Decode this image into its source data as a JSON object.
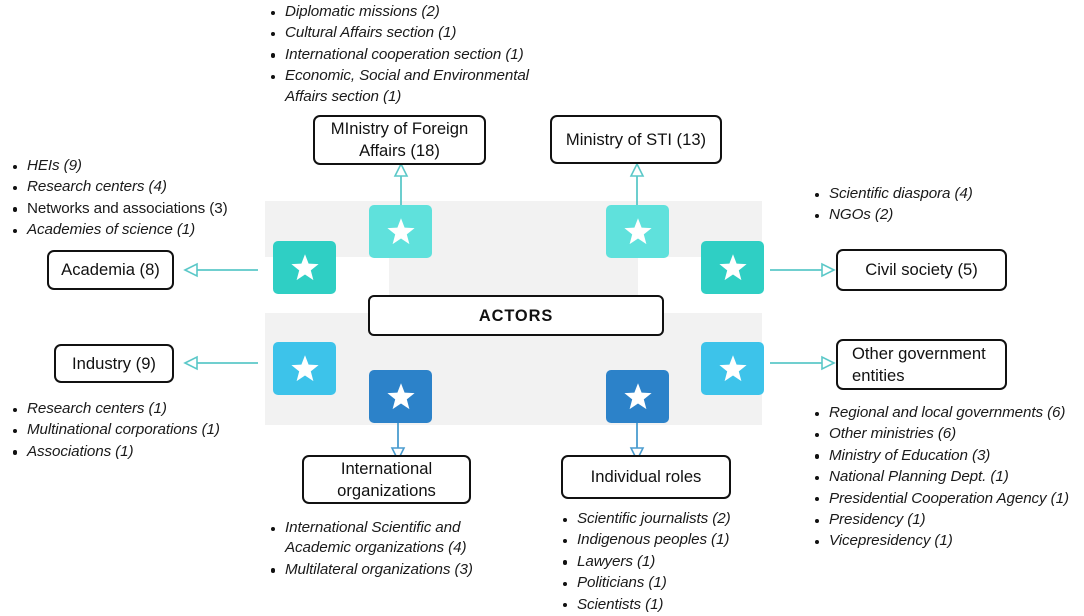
{
  "diagram": {
    "center": {
      "label": "ACTORS"
    },
    "colors": {
      "teal_dark": "#2fcfc4",
      "teal_light": "#5fe1dc",
      "blue_light": "#3dc3ea",
      "blue_dark": "#2c82c9",
      "arrow_teal": "#5bc8c8",
      "arrow_blue": "#4a9ccf",
      "grid_cell": "#f2f2f2",
      "box_border": "#111111",
      "star_fill": "#ffffff"
    },
    "nodes": [
      {
        "id": "ministry-foreign-affairs",
        "label": "MInistry of Foreign\nAffairs (18)",
        "position": "top-left",
        "arrow": "up",
        "arrow_color": "#5bc8c8",
        "tile_color": "#5fe1dc",
        "items": [
          "Diplomatic missions (2)",
          "Cultural Affairs section (1)",
          "International cooperation section (1)",
          "Economic, Social and Environmental\nAffairs section (1)"
        ]
      },
      {
        "id": "ministry-sti",
        "label": "Ministry of STI (13)",
        "position": "top-right",
        "arrow": "up",
        "arrow_color": "#5bc8c8",
        "tile_color": "#5fe1dc",
        "items": []
      },
      {
        "id": "academia",
        "label": "Academia (8)",
        "position": "left-upper",
        "arrow": "left",
        "arrow_color": "#5bc8c8",
        "tile_color": "#2fcfc4",
        "items": [
          "HEIs (9)",
          "Research centers (4)",
          "Networks and associations (3)",
          "Academies of science (1)"
        ],
        "items_style": [
          "italic",
          "italic",
          "upright",
          "italic"
        ]
      },
      {
        "id": "industry",
        "label": "Industry (9)",
        "position": "left-lower",
        "arrow": "left",
        "arrow_color": "#5bc8c8",
        "tile_color": "#3dc3ea",
        "items": [
          "Research centers (1)",
          "Multinational corporations (1)",
          "Associations (1)"
        ]
      },
      {
        "id": "civil-society",
        "label": "Civil society (5)",
        "position": "right-upper",
        "arrow": "right",
        "arrow_color": "#5bc8c8",
        "tile_color": "#2fcfc4",
        "items": [
          "Scientific diaspora (4)",
          "NGOs (2)"
        ]
      },
      {
        "id": "other-government-entities",
        "label": "Other government\nentities",
        "position": "right-lower",
        "arrow": "right",
        "arrow_color": "#5bc8c8",
        "tile_color": "#3dc3ea",
        "items": [
          "Regional and local governments (6)",
          "Other ministries (6)",
          "Ministry of Education (3)",
          "National Planning Dept. (1)",
          "Presidential Cooperation Agency (1)",
          "Presidency (1)",
          "Vicepresidency (1)"
        ]
      },
      {
        "id": "international-organizations",
        "label": "International\norganizations",
        "position": "bottom-left",
        "arrow": "down",
        "arrow_color": "#4a9ccf",
        "tile_color": "#2c82c9",
        "items": [
          "International Scientific and\nAcademic organizations (4)",
          "Multilateral organizations (3)"
        ]
      },
      {
        "id": "individual-roles",
        "label": "Individual roles",
        "position": "bottom-right",
        "arrow": "down",
        "arrow_color": "#4a9ccf",
        "tile_color": "#2c82c9",
        "items": [
          "Scientific journalists (2)",
          "Indigenous peoples (1)",
          "Lawyers (1)",
          "Politicians (1)",
          "Scientists (1)"
        ]
      }
    ]
  }
}
